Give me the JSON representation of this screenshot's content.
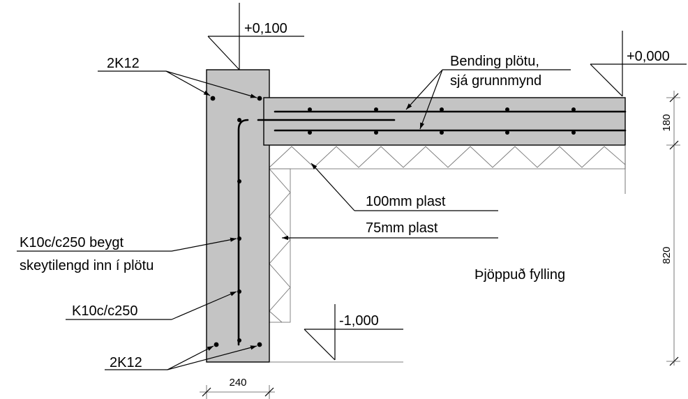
{
  "levels": {
    "top_wall": "+0,100",
    "top_slab": "+0,000",
    "bottom": "-1,000"
  },
  "labels": {
    "bar_top": "2K12",
    "bar_bottom": "2K12",
    "slab_note_line1": "Bending plötu,",
    "slab_note_line2": "sjá grunnmynd",
    "insulation_horizontal": "100mm plast",
    "insulation_vertical": "75mm plast",
    "wall_bent_line1": "K10c/c250 beygt",
    "wall_bent_line2": "skeytilengd inn í plötu",
    "wall_straight": "K10c/c250",
    "fill": "Þjöppuð fylling"
  },
  "dimensions": {
    "slab_thickness": "180",
    "fill_height": "820",
    "wall_width": "240"
  }
}
